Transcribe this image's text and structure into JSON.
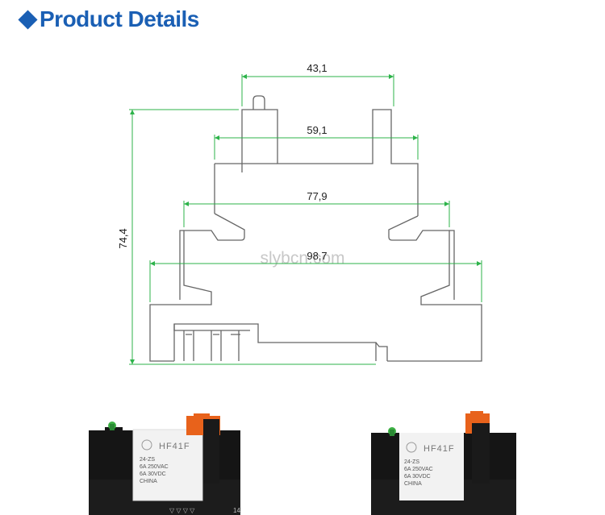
{
  "header": {
    "title": "Product Details"
  },
  "drawing": {
    "dims": {
      "w1": "43,1",
      "w2": "59,1",
      "w3": "77,9",
      "w4": "98,7",
      "height": "74,4"
    },
    "watermark": "slybcn.com",
    "colors": {
      "outline": "#666666",
      "dimension": "#2db34a",
      "title": "#1a5fb4"
    }
  },
  "photos": [
    {
      "brand": "HF41F",
      "lines": [
        "24-ZS",
        "6A 250VAC",
        "6A 30VDC",
        "CHINA"
      ],
      "terminal": "14"
    },
    {
      "brand": "HF41F",
      "lines": [
        "24-ZS",
        "6A 250VAC",
        "6A 30VDC",
        "CHINA"
      ],
      "terminal": ""
    }
  ]
}
